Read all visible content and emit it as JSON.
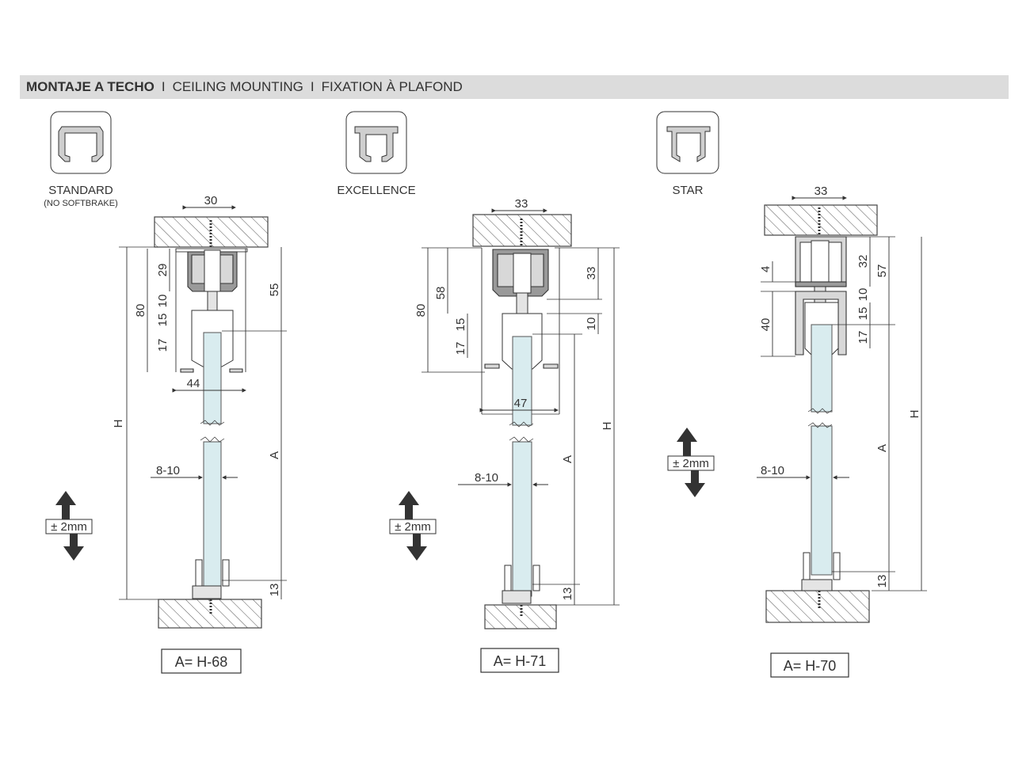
{
  "header": {
    "title_es": "MONTAJE A TECHO",
    "separator": "I",
    "title_en": "CEILING MOUNTING",
    "title_fr": "FIXATION À PLAFOND"
  },
  "panels": [
    {
      "name": "STANDARD",
      "subname": "(NO SOFTBRAKE)",
      "dims": {
        "width": "30",
        "top": "29",
        "d10": "10",
        "d15": "15",
        "d17": "17",
        "total": "80",
        "right": "55",
        "base": "44",
        "glass": "8-10",
        "floor": "13",
        "h": "H",
        "a": "A"
      },
      "adjust": "± 2mm",
      "formula": "A= H-68"
    },
    {
      "name": "EXCELLENCE",
      "subname": "",
      "dims": {
        "width": "33",
        "top": "58",
        "d15": "15",
        "d17": "17",
        "total": "80",
        "right": "33",
        "d10": "10",
        "base": "47",
        "glass": "8-10",
        "floor": "13",
        "h": "H",
        "a": "A"
      },
      "adjust": "± 2mm",
      "formula": "A= H-71"
    },
    {
      "name": "STAR",
      "subname": "",
      "dims": {
        "width": "33",
        "d4": "4",
        "d40": "40",
        "d32": "32",
        "d57": "57",
        "d10": "10",
        "d15": "15",
        "d17": "17",
        "glass": "8-10",
        "floor": "13",
        "h": "H",
        "a": "A"
      },
      "adjust": "± 2mm",
      "formula": "A= H-70"
    }
  ]
}
